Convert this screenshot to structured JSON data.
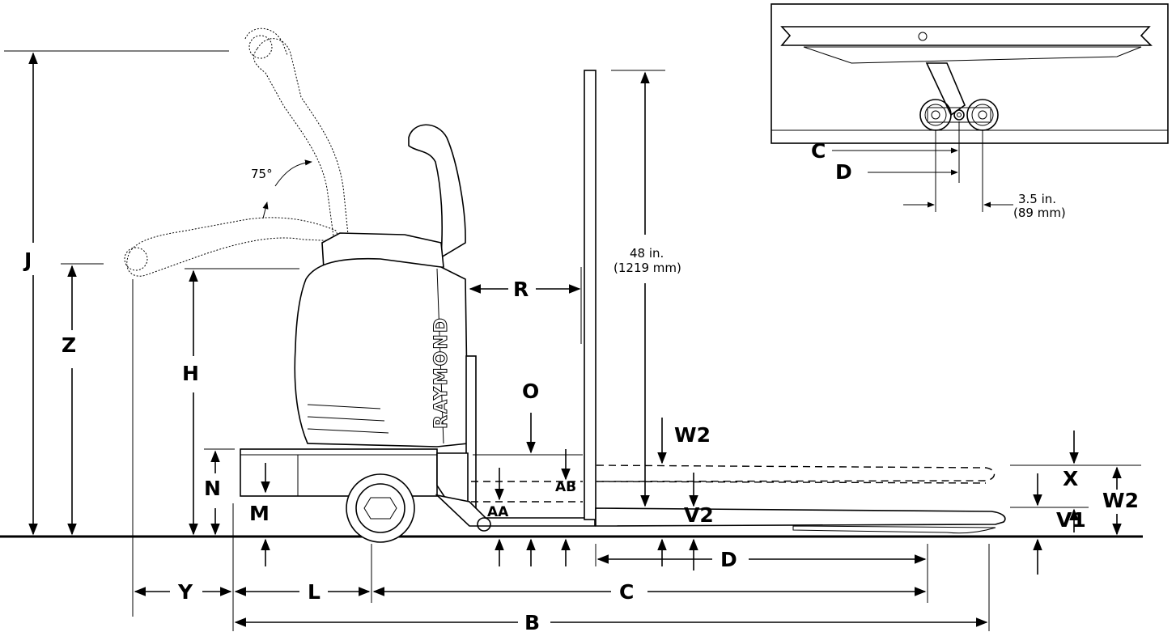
{
  "labels": {
    "J": "J",
    "Z": "Z",
    "H": "H",
    "N": "N",
    "M": "M",
    "Y": "Y",
    "L": "L",
    "C": "C",
    "B": "B",
    "D": "D",
    "R": "R",
    "O": "O",
    "W2": "W2",
    "AB": "AB",
    "AA": "AA",
    "V2": "V2",
    "X": "X",
    "V1": "V1",
    "W2_right": "W2",
    "inset_C": "C",
    "inset_D": "D"
  },
  "annotations": {
    "angle": "75°",
    "load_height_in": "48 in.",
    "load_height_mm": "(1219 mm)",
    "caster_in": "3.5 in.",
    "caster_mm": "(89 mm)"
  },
  "brand": "RAYMOND"
}
